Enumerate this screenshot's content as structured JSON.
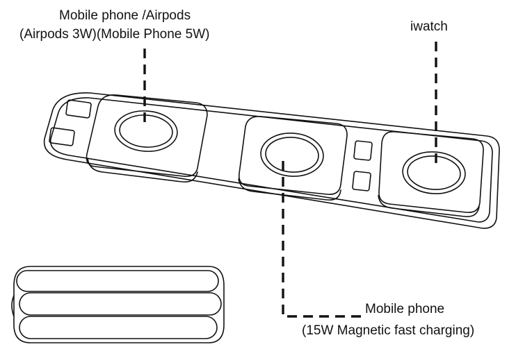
{
  "labels": {
    "phone_airpods_title": "Mobile phone /Airpods",
    "phone_airpods_power": "(Airpods 3W)(Mobile Phone 5W)",
    "iwatch": "iwatch",
    "mobile_phone_title": "Mobile phone",
    "mobile_phone_power": "(15W Magnetic fast charging)"
  },
  "colors": {
    "line": "#111111",
    "background": "#ffffff"
  }
}
